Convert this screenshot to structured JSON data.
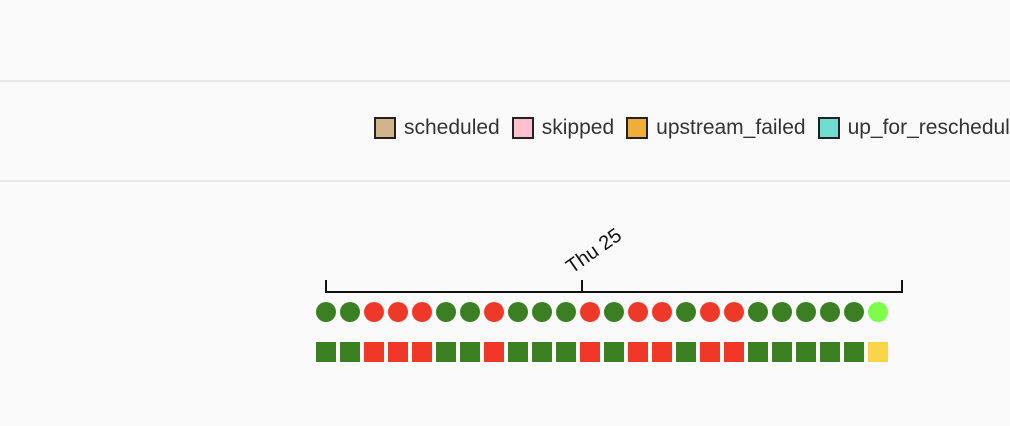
{
  "legend": [
    {
      "label": "scheduled",
      "color": "#d2b48c"
    },
    {
      "label": "skipped",
      "color": "#ffc0cb"
    },
    {
      "label": "upstream_failed",
      "color": "#f0ad38"
    },
    {
      "label": "up_for_reschedule",
      "color": "#6fddd0"
    }
  ],
  "date_label": "Thu 25",
  "colors": {
    "success": "#3a8023",
    "failed": "#f03828",
    "running": "#7dff4a",
    "queued": "#fad54a"
  },
  "dag_runs": [
    "success",
    "success",
    "failed",
    "failed",
    "failed",
    "success",
    "success",
    "failed",
    "success",
    "success",
    "success",
    "failed",
    "success",
    "failed",
    "failed",
    "success",
    "failed",
    "failed",
    "success",
    "success",
    "success",
    "success",
    "success",
    "running"
  ],
  "task_instances": [
    "success",
    "success",
    "failed",
    "failed",
    "failed",
    "success",
    "success",
    "failed",
    "success",
    "success",
    "success",
    "failed",
    "success",
    "failed",
    "failed",
    "success",
    "failed",
    "failed",
    "success",
    "success",
    "success",
    "success",
    "success",
    "queued"
  ]
}
